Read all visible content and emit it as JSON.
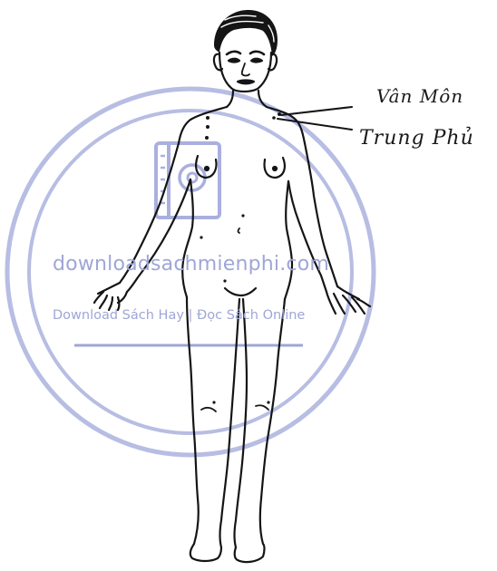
{
  "figure": {
    "labels": [
      {
        "text": "Vân Môn"
      },
      {
        "text": "Trung Phủ"
      }
    ]
  },
  "watermark": {
    "site": "downloadsachmienphi.com",
    "tagline": "Download Sách Hay | Đọc Sách Online",
    "color": "#9fa6d6"
  }
}
